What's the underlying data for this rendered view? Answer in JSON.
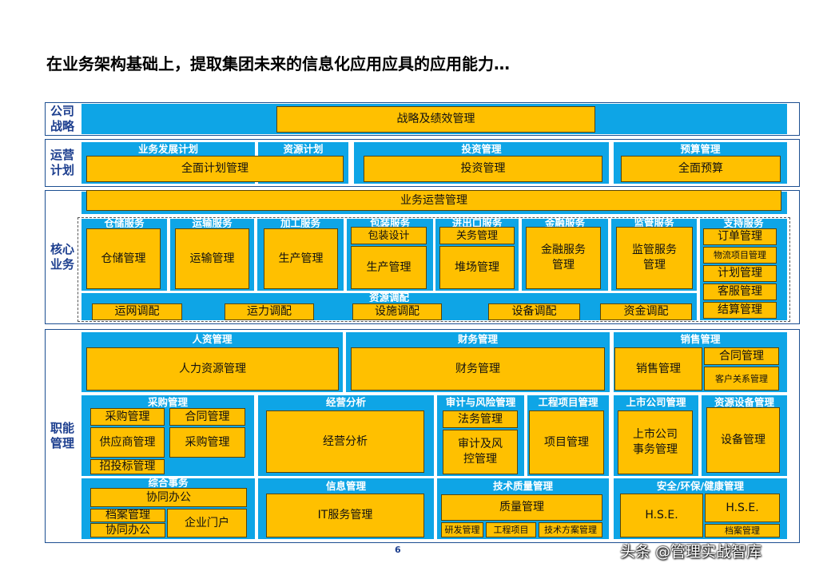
{
  "title": "在业务架构基础上，提取集团未来的信息化应用应具的应用能力…",
  "page_number": "6",
  "watermark": "头条 @管理实战智库",
  "colors": {
    "blue": "#0ea5e6",
    "yellow": "#ffc000",
    "label": "#1d3f8f",
    "border": "#1d4f91"
  },
  "strategy": {
    "label": "公司\n战略",
    "box": "战略及绩效管理"
  },
  "planning": {
    "label": "运营\n计划",
    "groups": [
      {
        "header": "业务发展计划"
      },
      {
        "header": "资源计划"
      },
      {
        "header": "投资管理",
        "box": "投资管理"
      },
      {
        "header": "预算管理",
        "box": "全面预算"
      }
    ],
    "wide_box": "全面计划管理"
  },
  "core": {
    "label": "核心\n业务",
    "top_box": "业务运营管理",
    "headers": [
      "仓储服务",
      "运输服务",
      "加工服务",
      "包装服务",
      "进出口服务",
      "金融服务",
      "监管服务",
      "支持服务"
    ],
    "boxes": {
      "warehouse": "仓储管理",
      "transport": "运输管理",
      "processing": "生产管理",
      "packaging_design": "包装设计",
      "packaging_production": "生产管理",
      "customs": "关务管理",
      "yard": "堆场管理",
      "finance": "金融服务\n管理",
      "supervision": "监管服务\n管理"
    },
    "support": [
      "订单管理",
      "物流项目管理",
      "计划管理",
      "客服管理",
      "结算管理"
    ],
    "resource_header": "资源调配",
    "resource": [
      "运网调配",
      "运力调配",
      "设施调配",
      "设备调配",
      "资金调配"
    ]
  },
  "functional": {
    "label": "职能\n管理",
    "hr": {
      "header": "人资管理",
      "box": "人力资源管理"
    },
    "fin": {
      "header": "财务管理",
      "box": "财务管理"
    },
    "sales": {
      "header": "销售管理",
      "box": "销售管理",
      "contract": "合同管理",
      "crm": "客户关系管理"
    },
    "purchase": {
      "header": "采购管理",
      "items": [
        "采购管理",
        "合同管理",
        "供应商管理",
        "采购管理",
        "招投标管理"
      ]
    },
    "analysis": {
      "header": "经营分析",
      "box": "经营分析"
    },
    "audit": {
      "header": "审计与风险管理",
      "legal": "法务管理",
      "audit": "审计及风\n控管理"
    },
    "engineering": {
      "header": "工程项目管理",
      "box": "项目管理"
    },
    "listed": {
      "header": "上市公司管理",
      "box": "上市公司\n事务管理"
    },
    "equipment": {
      "header": "资源设备管理",
      "box": "设备管理"
    },
    "general": {
      "header": "综合事务",
      "collab": "协同办公",
      "archive": "档案管理",
      "collab2": "协同办公",
      "portal": "企业门户"
    },
    "info": {
      "header": "信息管理",
      "box": "IT服务管理"
    },
    "tech": {
      "header": "技术质量管理",
      "quality": "质量管理",
      "rd": "研发管理",
      "project": "工程项目",
      "plan": "技术方案管理"
    },
    "hse": {
      "header": "安全/环保/健康管理",
      "box1": "H.S.E.",
      "box2": "H.S.E.",
      "archive": "档案管理"
    }
  }
}
